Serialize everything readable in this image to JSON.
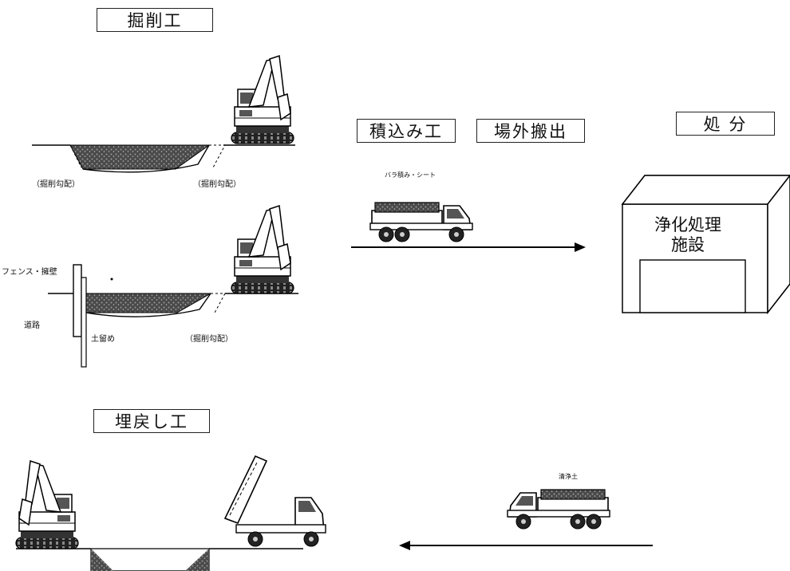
{
  "sections": {
    "excavation": "掘削工",
    "loading": "積込み工",
    "transport": "場外搬出",
    "disposal": "処 分",
    "backfill": "埋戻し工"
  },
  "labels": {
    "slope_left_1": "（掘削勾配）",
    "slope_right_1": "（掘削勾配）",
    "fence": "フェンス・擁壁",
    "road": "道路",
    "retaining": "土留め",
    "slope_right_2": "（掘削勾配）",
    "sheet": "バラ積み・シート",
    "clean_soil": "清浄土"
  },
  "facility": {
    "line1": "浄化処理",
    "line2": "施設"
  }
}
